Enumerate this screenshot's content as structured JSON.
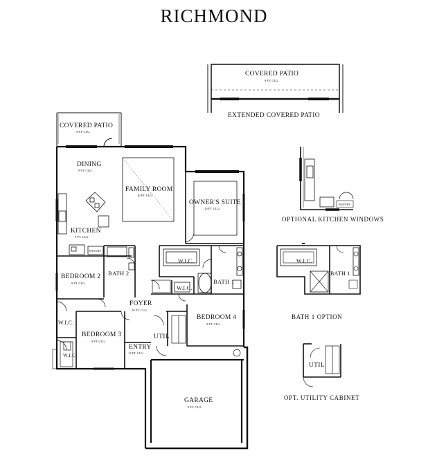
{
  "title": "RICHMOND",
  "rooms": {
    "covered_patio_top": {
      "name": "COVERED PATIO",
      "ceiling": "9 FT. CLG."
    },
    "extended_covered_patio": "EXTENDED COVERED PATIO",
    "covered_patio": {
      "name": "COVERED PATIO",
      "ceiling": "9 FT. CLG."
    },
    "dining": {
      "name": "DINING",
      "ceiling": "9 FT. CLG."
    },
    "family_room": {
      "name": "FAMILY ROOM",
      "ceiling": "10 FT. CLG."
    },
    "owners_suite": {
      "name": "OWNER'S SUITE",
      "ceiling": "10 FT. CLG."
    },
    "kitchen": {
      "name": "KITCHEN",
      "ceiling": "9 FT. CLG."
    },
    "pantry": "PANTRY",
    "bedroom2": {
      "name": "BEDROOM 2",
      "ceiling": "9 FT. CLG."
    },
    "bath2": "BATH 2",
    "wic_owner": "W.I.C.",
    "wic_bath": "W.I.C.",
    "bath1": "BATH 1",
    "foyer": {
      "name": "FOYER",
      "ceiling": "10 FT. CLG."
    },
    "bedroom4": {
      "name": "BEDROOM 4",
      "ceiling": "9 FT. CLG."
    },
    "wic_bed2": "W.I.C.",
    "bedroom3": {
      "name": "BEDROOM 3",
      "ceiling": "9 FT. CLG."
    },
    "entry": {
      "name": "ENTRY",
      "ceiling": "11 FT. CLG."
    },
    "util": "UTIL",
    "wic_bed3": "W.I.C.",
    "garage": {
      "name": "GARAGE",
      "ceiling": "9 FT. CLG."
    }
  },
  "options": {
    "kitchen_windows": {
      "caption": "OPTIONAL KITCHEN WINDOWS",
      "pantry": "PANTRY"
    },
    "bath1": {
      "caption": "BATH 1 OPTION",
      "wic": "W.I.C.",
      "bath": "BATH 1"
    },
    "utility": {
      "caption": "OPT. UTILITY CABINET",
      "util": "UTIL"
    }
  }
}
